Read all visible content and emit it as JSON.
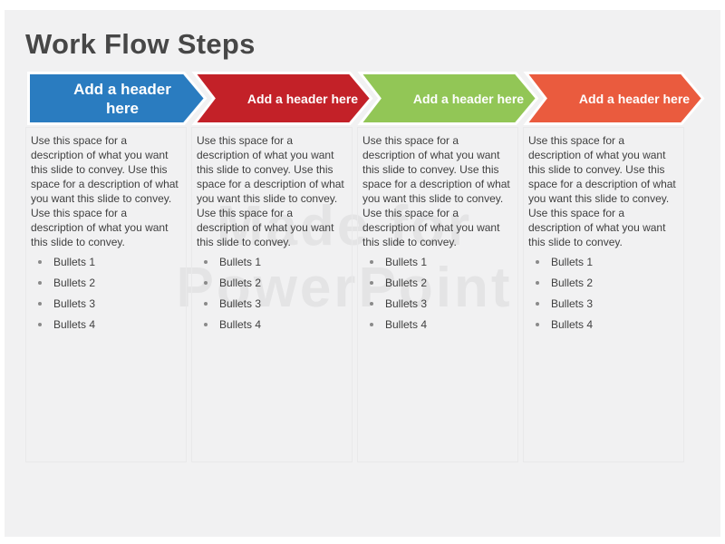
{
  "page": {
    "title": "Work Flow Steps"
  },
  "watermark": {
    "line1": "Made for",
    "line2": "PowerPoint"
  },
  "colors": {
    "slide_background": "#f1f1f2",
    "title_text": "#474747",
    "body_text": "#3f3f3f",
    "watermark_text": "#e4e4e5",
    "arrow_outline": "#ffffff"
  },
  "steps": [
    {
      "header": "Add a header here",
      "color": "#2a7cc0",
      "description": "Use this space for a description of what you want this slide to convey. Use this space for a description of what you want this slide to convey. Use this space for a description of what you want this slide to convey.",
      "bullets": [
        "Bullets 1",
        "Bullets 2",
        "Bullets 3",
        "Bullets 4"
      ]
    },
    {
      "header": "Add a header here",
      "color": "#c32128",
      "description": "Use this space for a description of what you want this slide to convey. Use this space for a description of what you want this slide to convey. Use this space for a description of what you want this slide to convey.",
      "bullets": [
        "Bullets 1",
        "Bullets 2",
        "Bullets 3",
        "Bullets 4"
      ]
    },
    {
      "header": "Add a header here",
      "color": "#92c656",
      "description": "Use this space for a description of what you want this slide to convey. Use this space for a description of what you want this slide to convey. Use this space for a description of what you want this slide to convey.",
      "bullets": [
        "Bullets 1",
        "Bullets 2",
        "Bullets 3",
        "Bullets 4"
      ]
    },
    {
      "header": "Add a header here",
      "color": "#ea5b3e",
      "description": "Use this space for a description of what you want this slide to convey. Use this space for a description of what you want this slide to convey. Use this space for a description of what you want this slide to convey.",
      "bullets": [
        "Bullets 1",
        "Bullets 2",
        "Bullets 3",
        "Bullets 4"
      ]
    }
  ]
}
